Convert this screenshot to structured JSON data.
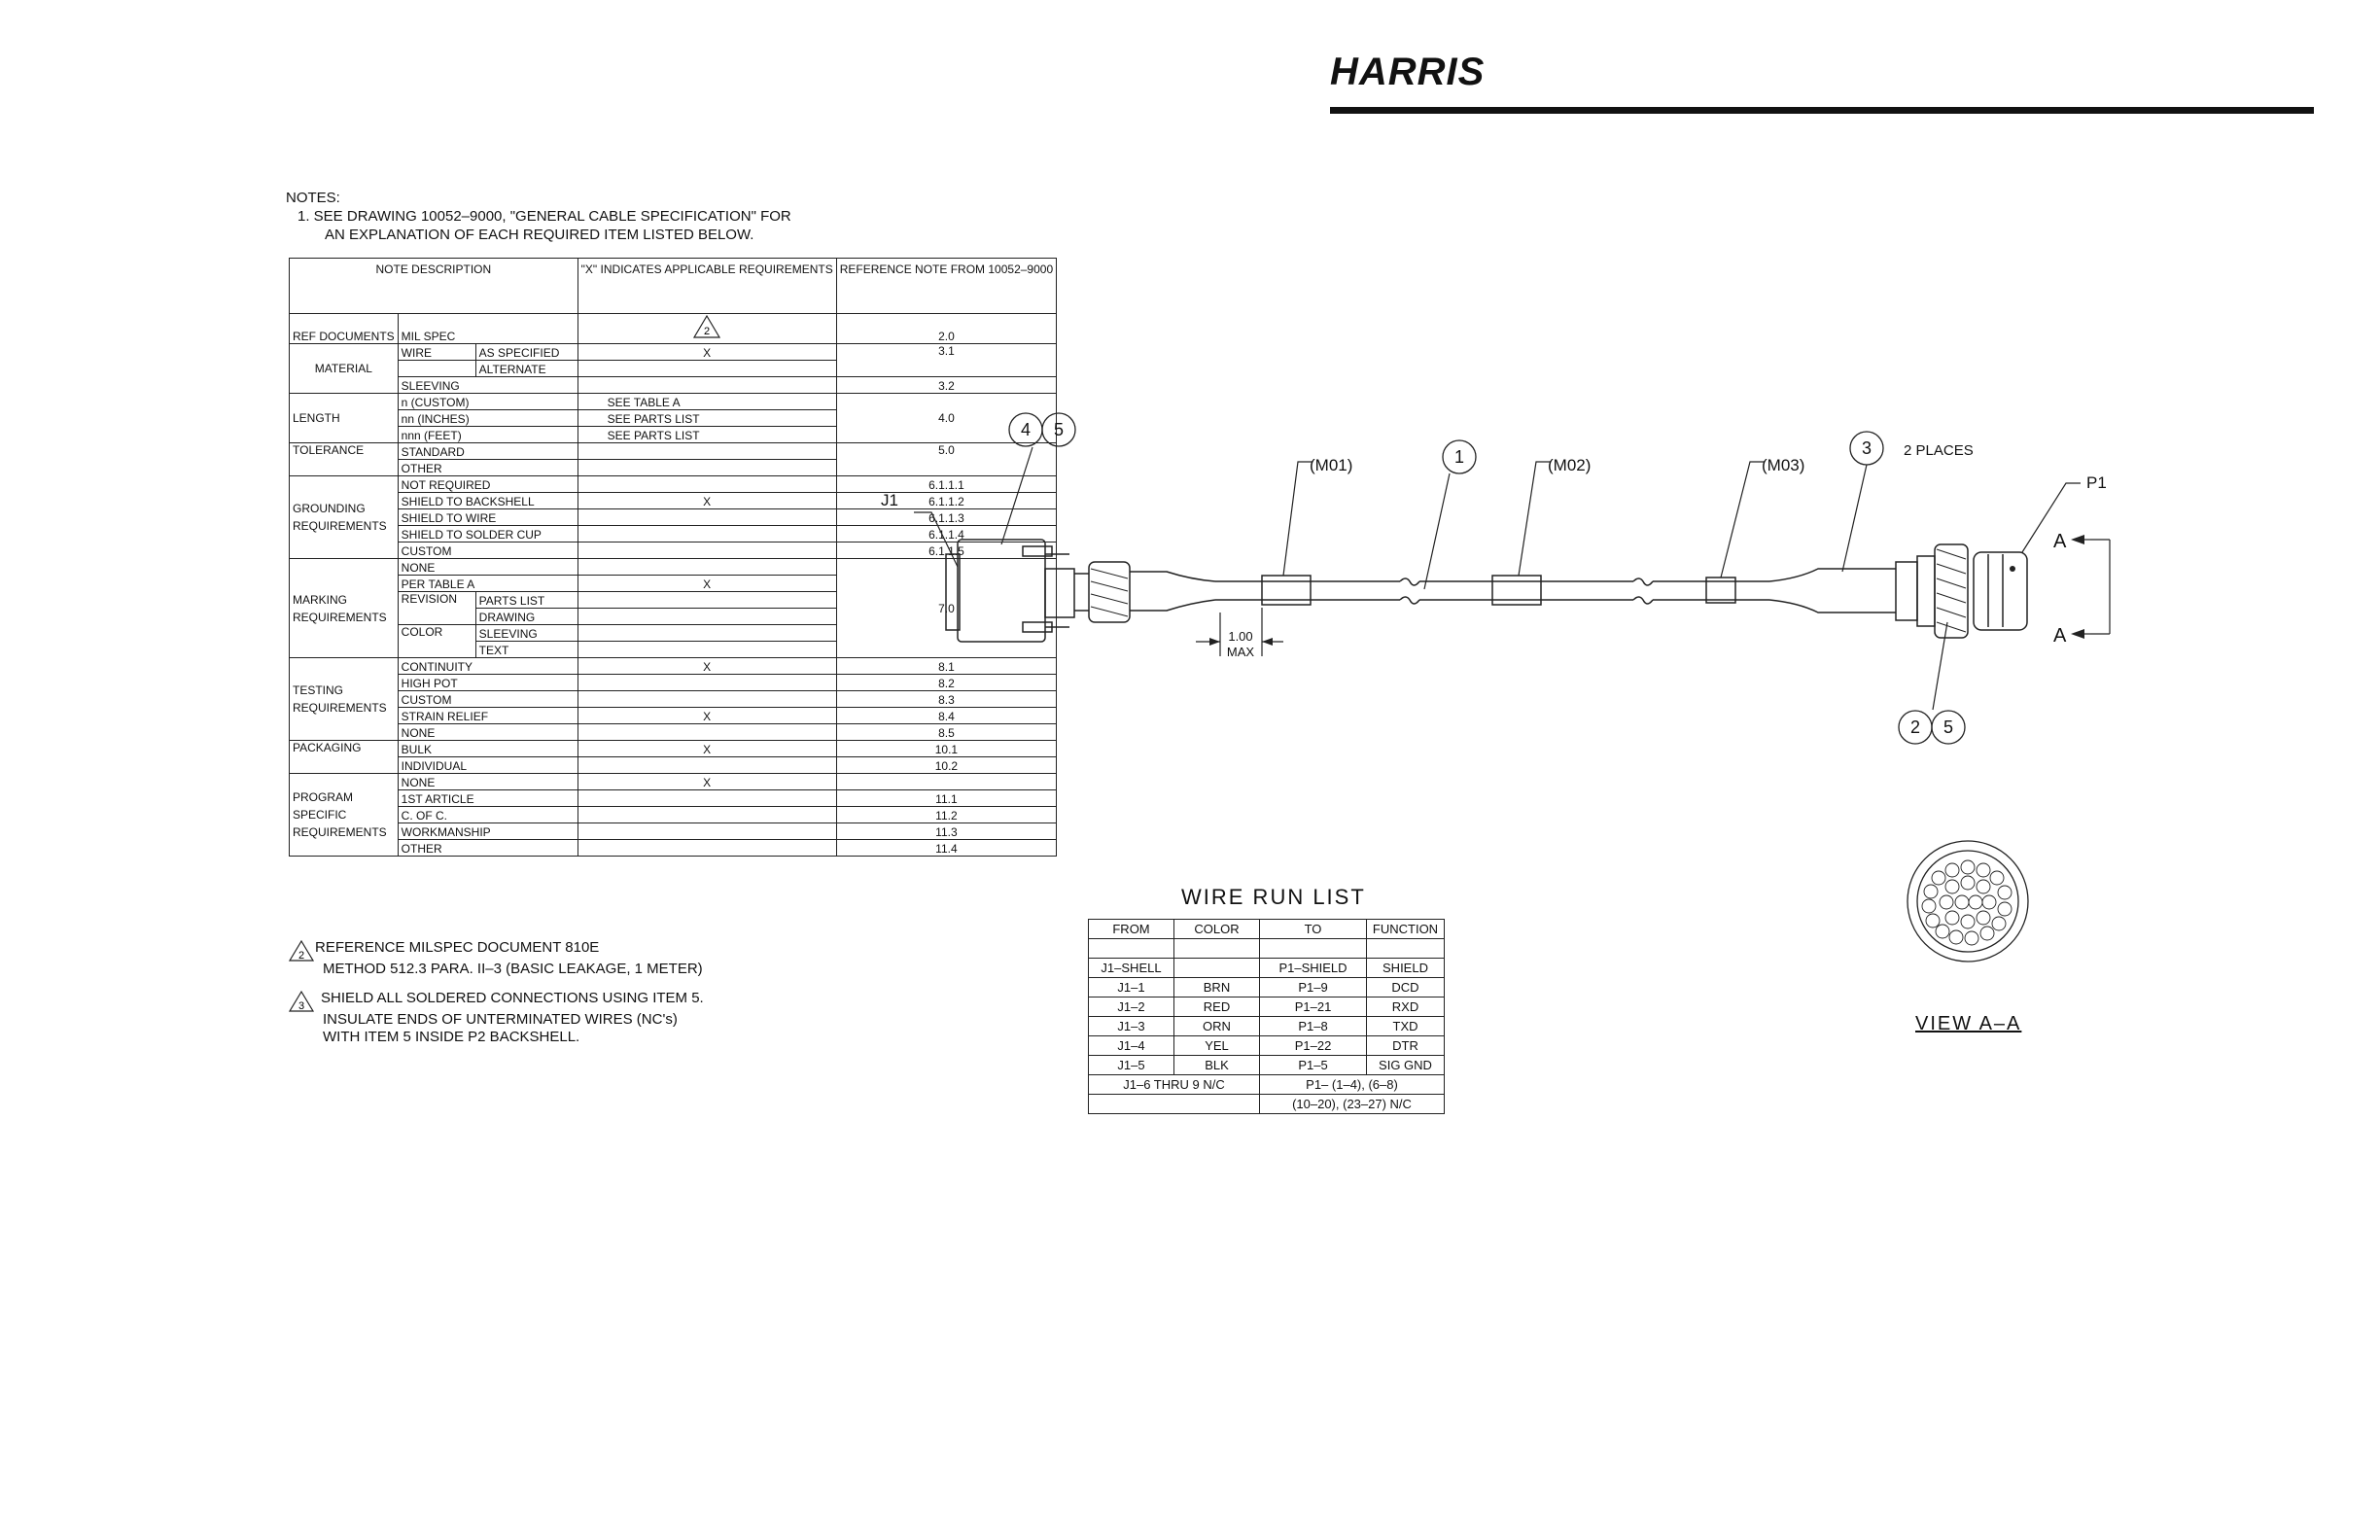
{
  "logo": {
    "text": "HARRIS"
  },
  "notes": {
    "heading": "NOTES:",
    "line1": "1. SEE DRAWING 10052–9000, \"GENERAL CABLE SPECIFICATION\" FOR",
    "line2": "AN EXPLANATION OF EACH REQUIRED ITEM LISTED BELOW."
  },
  "req_table": {
    "headers": {
      "desc": "NOTE DESCRIPTION",
      "x": "\"X\" INDICATES APPLICABLE REQUIREMENTS",
      "ref": "REFERENCE NOTE FROM 10052–9000"
    },
    "header_mark": "2",
    "rows": [
      {
        "cat": "REF DOCUMENTS",
        "sub": "MIL SPEC",
        "sub2": "",
        "x": "",
        "ref": "2.0"
      },
      {
        "cat": "MATERIAL",
        "sub": "WIRE",
        "sub2": "AS SPECIFIED",
        "x": "X",
        "ref": "3.1"
      },
      {
        "cat": "",
        "sub": "",
        "sub2": "ALTERNATE",
        "x": "",
        "ref": ""
      },
      {
        "cat": "",
        "sub": "SLEEVING",
        "sub2": "",
        "x": "",
        "ref": "3.2"
      },
      {
        "cat": "LENGTH",
        "sub": "n (CUSTOM)",
        "sub2": "",
        "x": "SEE TABLE A",
        "ref": "4.0"
      },
      {
        "cat": "",
        "sub": "nn (INCHES)",
        "sub2": "",
        "x": "SEE PARTS LIST",
        "ref": ""
      },
      {
        "cat": "",
        "sub": "nnn (FEET)",
        "sub2": "",
        "x": "SEE PARTS LIST",
        "ref": ""
      },
      {
        "cat": "TOLERANCE",
        "sub": "STANDARD",
        "sub2": "",
        "x": "",
        "ref": "5.0"
      },
      {
        "cat": "",
        "sub": "OTHER",
        "sub2": "",
        "x": "",
        "ref": ""
      },
      {
        "cat": "GROUNDING REQUIREMENTS",
        "sub": "NOT REQUIRED",
        "sub2": "",
        "x": "",
        "ref": "6.1.1.1"
      },
      {
        "cat": "",
        "sub": "SHIELD TO BACKSHELL",
        "sub2": "",
        "x": "X",
        "ref": "6.1.1.2"
      },
      {
        "cat": "",
        "sub": "SHIELD TO WIRE",
        "sub2": "",
        "x": "",
        "ref": "6.1.1.3"
      },
      {
        "cat": "",
        "sub": "SHIELD TO SOLDER CUP",
        "sub2": "",
        "x": "",
        "ref": "6.1.1.4"
      },
      {
        "cat": "",
        "sub": "CUSTOM",
        "sub2": "",
        "x": "",
        "ref": "6.1.1.5"
      },
      {
        "cat": "MARKING REQUIREMENTS",
        "sub": "NONE",
        "sub2": "",
        "x": "",
        "ref": "7.0"
      },
      {
        "cat": "",
        "sub": "PER TABLE A",
        "sub2": "",
        "x": "X",
        "ref": ""
      },
      {
        "cat": "",
        "sub": "REVISION",
        "sub2": "PARTS LIST",
        "x": "",
        "ref": ""
      },
      {
        "cat": "",
        "sub": "",
        "sub2": "DRAWING",
        "x": "",
        "ref": ""
      },
      {
        "cat": "",
        "sub": "COLOR",
        "sub2": "SLEEVING",
        "x": "",
        "ref": ""
      },
      {
        "cat": "",
        "sub": "",
        "sub2": "TEXT",
        "x": "",
        "ref": ""
      },
      {
        "cat": "TESTING REQUIREMENTS",
        "sub": "CONTINUITY",
        "sub2": "",
        "x": "X",
        "ref": "8.1"
      },
      {
        "cat": "",
        "sub": "HIGH POT",
        "sub2": "",
        "x": "",
        "ref": "8.2"
      },
      {
        "cat": "",
        "sub": "CUSTOM",
        "sub2": "",
        "x": "",
        "ref": "8.3"
      },
      {
        "cat": "",
        "sub": "STRAIN RELIEF",
        "sub2": "",
        "x": "X",
        "ref": "8.4"
      },
      {
        "cat": "",
        "sub": "NONE",
        "sub2": "",
        "x": "",
        "ref": "8.5"
      },
      {
        "cat": "PACKAGING",
        "sub": "BULK",
        "sub2": "",
        "x": "X",
        "ref": "10.1"
      },
      {
        "cat": "",
        "sub": "INDIVIDUAL",
        "sub2": "",
        "x": "",
        "ref": "10.2"
      },
      {
        "cat": "PROGRAM SPECIFIC REQUIREMENTS",
        "sub": "NONE",
        "sub2": "",
        "x": "X",
        "ref": ""
      },
      {
        "cat": "",
        "sub": "1ST ARTICLE",
        "sub2": "",
        "x": "",
        "ref": "11.1"
      },
      {
        "cat": "",
        "sub": "C. OF C.",
        "sub2": "",
        "x": "",
        "ref": "11.2"
      },
      {
        "cat": "",
        "sub": "WORKMANSHIP",
        "sub2": "",
        "x": "",
        "ref": "11.3"
      },
      {
        "cat": "",
        "sub": "OTHER",
        "sub2": "",
        "x": "",
        "ref": "11.4"
      }
    ]
  },
  "footnotes": {
    "n2": {
      "num": "2",
      "line1": "REFERENCE MILSPEC DOCUMENT 810E",
      "line2": "METHOD 512.3 PARA. II–3 (BASIC   LEAKAGE, 1 METER)"
    },
    "n3": {
      "num": "3",
      "line1": "SHIELD ALL SOLDERED CONNECTIONS USING ITEM 5.",
      "line2": "INSULATE ENDS OF UNTERMINATED WIRES (NC's)",
      "line3": "WITH ITEM 5 INSIDE P2 BACKSHELL."
    }
  },
  "cable": {
    "j1": "J1",
    "p1": "P1",
    "m01": "(M01)",
    "m02": "(M02)",
    "m03": "(M03)",
    "item1": "1",
    "item3": "3",
    "item3_note": "2 PLACES",
    "item4": "4",
    "item5a": "5",
    "item2": "2",
    "item5b": "5",
    "dim_value": "1.00",
    "dim_note": "MAX",
    "section_top": "A",
    "section_bottom": "A"
  },
  "wire_run": {
    "title": "WIRE RUN LIST",
    "headers": [
      "FROM",
      "COLOR",
      "TO",
      "FUNCTION"
    ],
    "rows": [
      [
        "J1–SHELL",
        "",
        "P1–SHIELD",
        "SHIELD"
      ],
      [
        "J1–1",
        "BRN",
        "P1–9",
        "DCD"
      ],
      [
        "J1–2",
        "RED",
        "P1–21",
        "RXD"
      ],
      [
        "J1–3",
        "ORN",
        "P1–8",
        "TXD"
      ],
      [
        "J1–4",
        "YEL",
        "P1–22",
        "DTR"
      ],
      [
        "J1–5",
        "BLK",
        "P1–5",
        "SIG GND"
      ]
    ],
    "nc_row1": {
      "from": "J1–6 THRU 9 N/C",
      "to": "P1– (1–4), (6–8)"
    },
    "nc_row2": {
      "to": "(10–20), (23–27) N/C"
    }
  },
  "view": {
    "label": "VIEW A–A"
  }
}
